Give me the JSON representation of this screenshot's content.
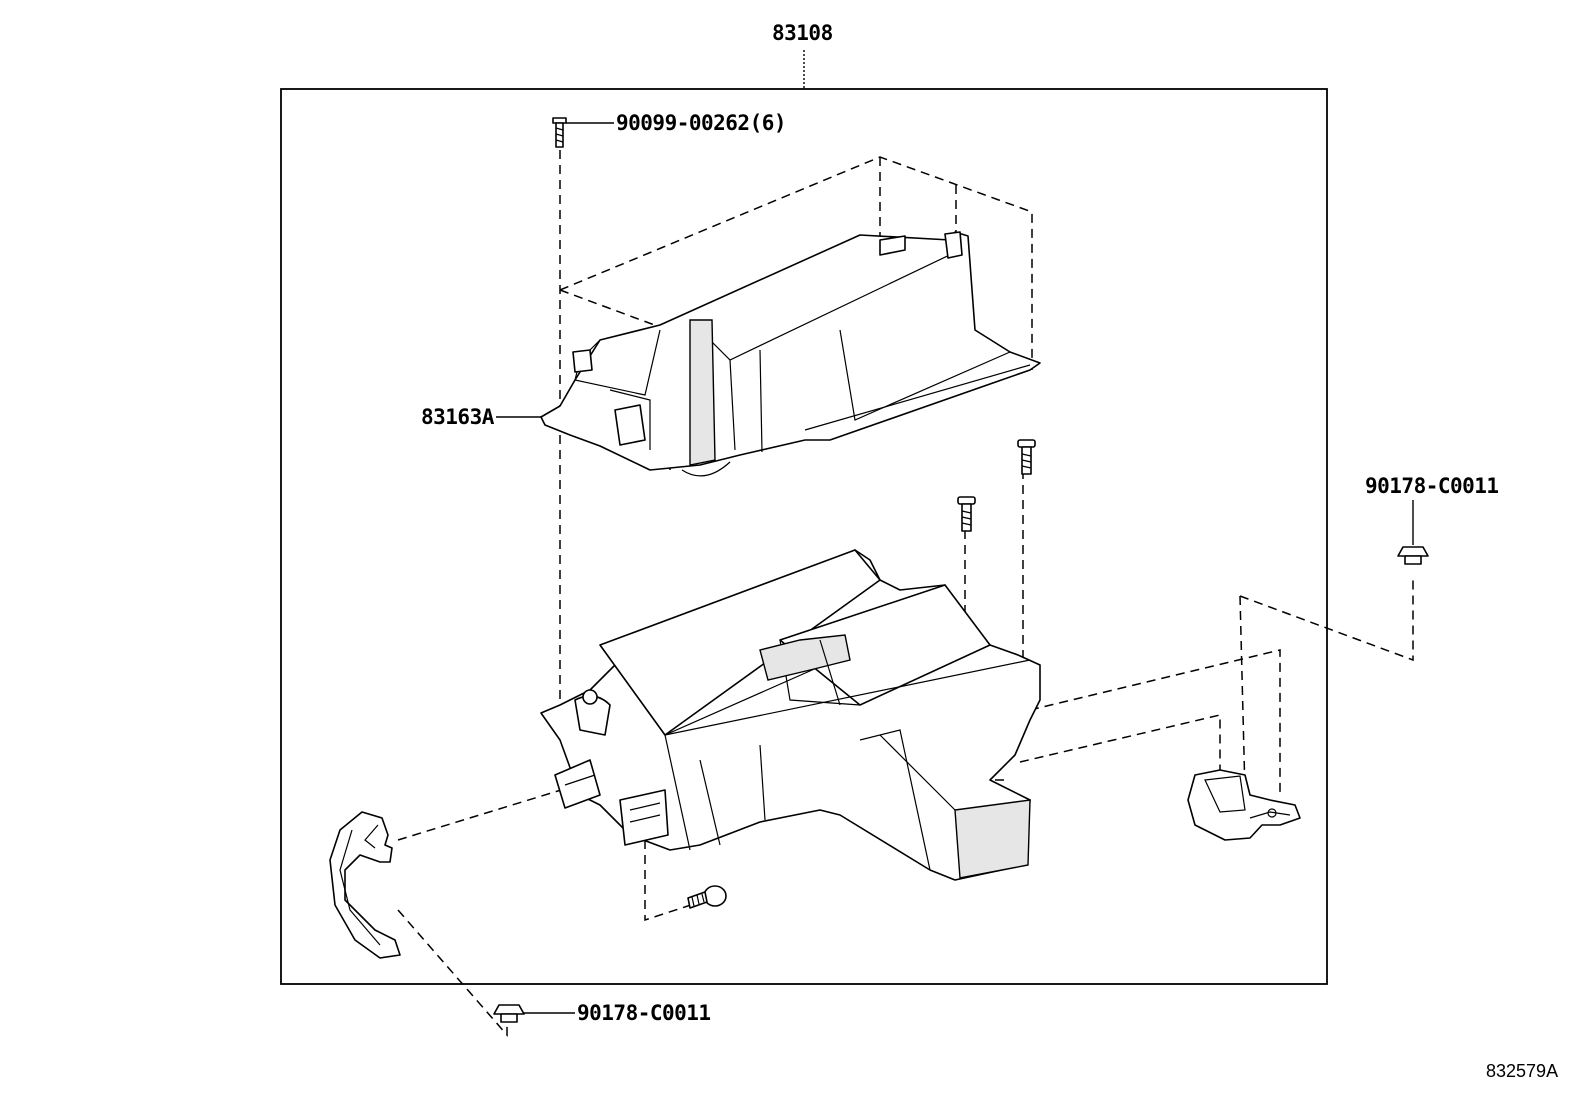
{
  "labels": {
    "assembly": "83108",
    "screw_top": "90099-00262(6)",
    "upper_case": "83163A",
    "clip_right": "90178-C0011",
    "clip_bottom": "90178-C0011"
  },
  "reference_code": "832579A"
}
